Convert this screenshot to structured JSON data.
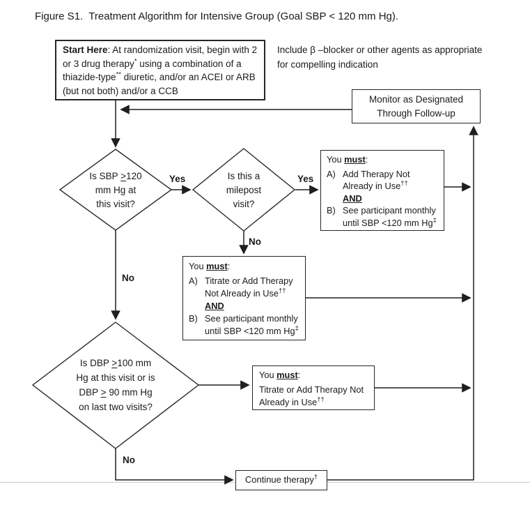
{
  "colors": {
    "ink": "#1a1a1a",
    "background": "#ffffff"
  },
  "title": "Figure S1.  Treatment Algorithm for Intensive Group (Goal SBP < 120 mm Hg).",
  "note": {
    "line1": "Include β –blocker or other agents as appropriate",
    "line2": "for compelling indication"
  },
  "start_box": {
    "l1_bold": "Start Here",
    "l1_rest": ": At randomization visit, begin with 2",
    "l2_a": "or 3 drug therapy",
    "l2_sup": "*",
    "l2_b": " using a combination of a",
    "l3_a": "thiazide-type",
    "l3_sup": "**",
    "l3_b": " diuretic, and/or an ACEI or ARB",
    "l4": "(but not both) and/or a CCB"
  },
  "monitor_box": {
    "line1": "Monitor as Designated",
    "line2": "Through Follow-up"
  },
  "diamond_sbp": {
    "l1_a": "Is SBP ",
    "l1_geq": ">",
    "l1_b": "120",
    "l2": "mm Hg at",
    "l3": "this visit?"
  },
  "diamond_milepost": {
    "l1": "Is this a",
    "l2": "milepost",
    "l3": "visit?"
  },
  "diamond_dbp": {
    "l1_a": "Is DBP ",
    "l1_geq": ">",
    "l1_b": "100 mm",
    "l2": "Hg at this visit or is",
    "l3_a": "DBP ",
    "l3_geq": ">",
    "l3_b": " 90 mm Hg",
    "l4": "on last two visits?"
  },
  "box_milepost_yes": {
    "head_pre": "You ",
    "head_must": "must",
    "head_post": ":",
    "item_a_marker": "A)",
    "item_a_line1": "Add Therapy Not",
    "item_a_line2": "Already in Use",
    "item_a_sup": "††",
    "and_label": "AND",
    "item_b_marker": "B)",
    "item_b_line1": "See participant monthly",
    "item_b_line2": "until SBP <120 mm Hg",
    "item_b_sup": "‡"
  },
  "box_milepost_no": {
    "head_pre": "You ",
    "head_must": "must",
    "head_post": ":",
    "item_a_marker": "A)",
    "item_a_line1": "Titrate or Add Therapy",
    "item_a_line2": "Not Already in Use",
    "item_a_sup": "††",
    "and_label": "AND",
    "item_b_marker": "B)",
    "item_b_line1": "See participant monthly",
    "item_b_line2": "until SBP <120 mm Hg",
    "item_b_sup": "‡"
  },
  "box_dbp_yes": {
    "head_pre": "You ",
    "head_must": "must",
    "head_post": ":",
    "line1": "Titrate or Add Therapy Not",
    "line2": "Already in Use",
    "line2_sup": "††"
  },
  "continue_box": {
    "text": "Continue therapy",
    "sup": "†"
  },
  "labels": {
    "yes_sbp": "Yes",
    "yes_milepost": "Yes",
    "no_milepost": "No",
    "no_sbp": "No",
    "no_dbp": "No"
  }
}
